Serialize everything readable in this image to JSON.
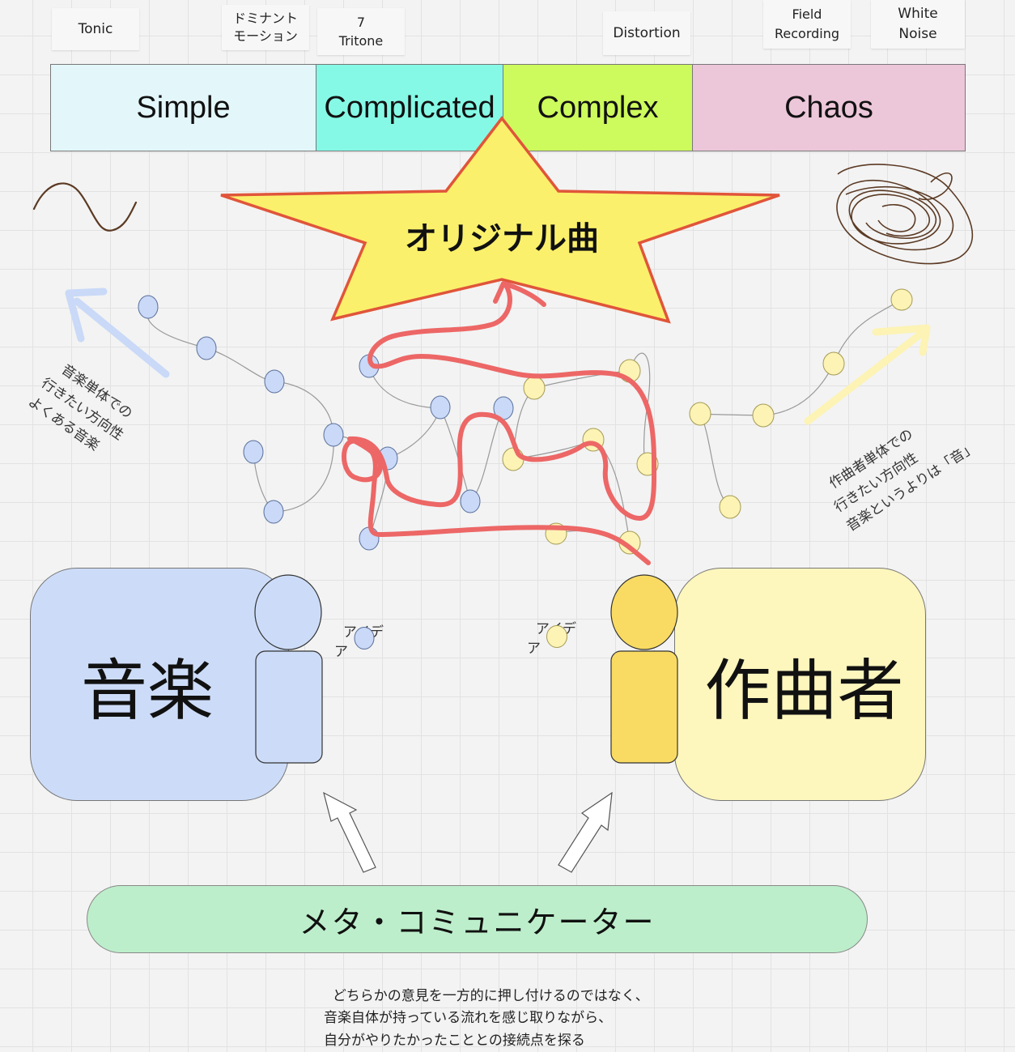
{
  "top_notes": [
    "Tonic",
    "ドミナント\nモーション",
    "7\nTritone",
    "Distortion",
    "Field\nRecording",
    "White\nNoise"
  ],
  "spectrum": [
    {
      "label": "Simple",
      "color": "#e3f7fa"
    },
    {
      "label": "Complicated",
      "color": "#86f9e6"
    },
    {
      "label": "Complex",
      "color": "#cdfa5c"
    },
    {
      "label": "Chaos",
      "color": "#ecc6d9"
    }
  ],
  "star": {
    "label": "オリジナル曲",
    "fill": "#fbf06b",
    "stroke": "#e0553a"
  },
  "left_direction_text": "音楽単体での\n行きたい方向性\nよくある音楽",
  "right_direction_text": "作曲者単体での\n行きたい方向性\n音楽というよりは「音」",
  "music": {
    "label": "音楽",
    "idea_label": "アイデ\nア",
    "color": "#ccdcf8"
  },
  "composer": {
    "label": "作曲者",
    "idea_label": "アイデ\nア",
    "color": "#fdf6bd",
    "person_color": "#f9db63"
  },
  "meta_label": "メタ・コミュニケーター",
  "caption": "どちらかの意見を一方的に押し付けるのではなく、\n音楽自体が持っている流れを感じ取りながら、\n自分がやりたかったこととの接続点を探る",
  "colors": {
    "path_red": "#ec6766",
    "blue_node": "#c9d9f7",
    "yellow_node": "#fcf3b5",
    "scribble": "#5b3a24"
  }
}
